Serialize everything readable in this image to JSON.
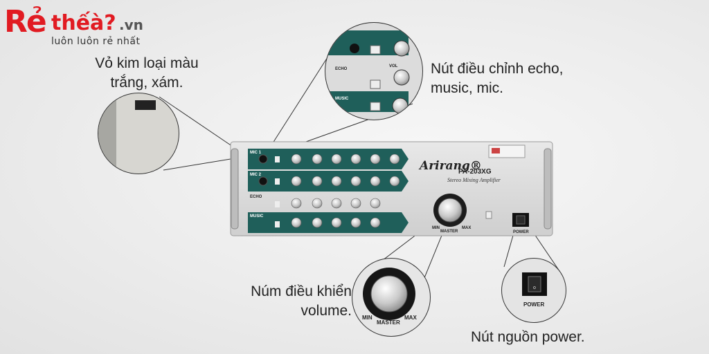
{
  "logo": {
    "re": "Rẻ",
    "the_a": "thếà?",
    "vn": ".vn",
    "tagline": "luôn luôn rẻ nhất"
  },
  "captions": {
    "shell": "Vỏ kim loại màu trắng, xám.",
    "knobs": "Nút điều chỉnh echo, music, mic.",
    "volume": "Núm điều khiển volume.",
    "power": "Nút nguồn power."
  },
  "amp": {
    "brand": "Arirang®",
    "model": "PA-203XG",
    "subtitle": "Stereo Mixing Amplifier",
    "channels": [
      "MIC 1",
      "MIC 2",
      "ECHO",
      "MUSIC"
    ],
    "master_label": "MASTER",
    "min_label": "MIN",
    "max_label": "MAX",
    "power_label": "POWER"
  },
  "zoom_top": {
    "echo_label": "ECHO",
    "music_label": "MUSIC",
    "vol_label": "VOL"
  },
  "colors": {
    "panel_teal": "#1f5f5a",
    "brand_red": "#e11b22",
    "faceplate": "#d9d9d9"
  }
}
